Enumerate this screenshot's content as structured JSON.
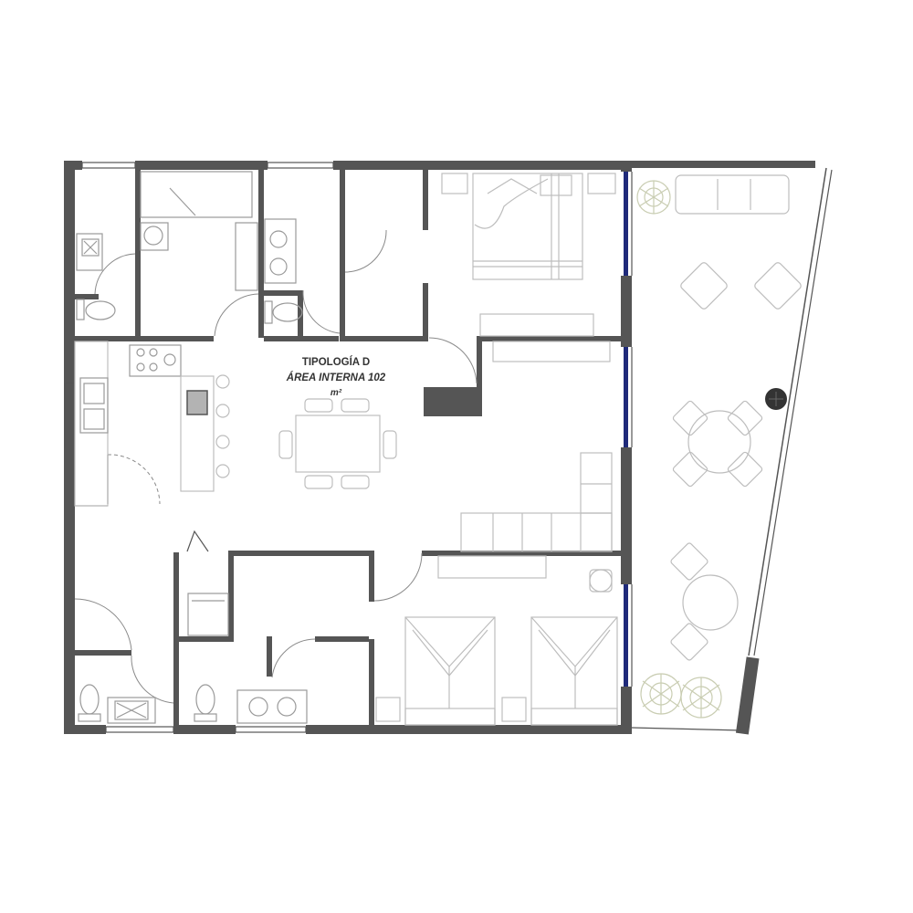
{
  "plan": {
    "title": "TIPOLOGÍA D",
    "area_line": "ÁREA INTERNA 102",
    "area_unit": "m²"
  },
  "colors": {
    "wall": "#555555",
    "furniture": "#bdbdbd",
    "glazing": "#1f2a7a",
    "plants": "#c9cdb2"
  },
  "icons": [
    "wc-icon",
    "sink-icon",
    "stove-icon",
    "bed-icon",
    "sofa-icon",
    "armchair-icon",
    "dining-table-icon",
    "plant-icon"
  ]
}
